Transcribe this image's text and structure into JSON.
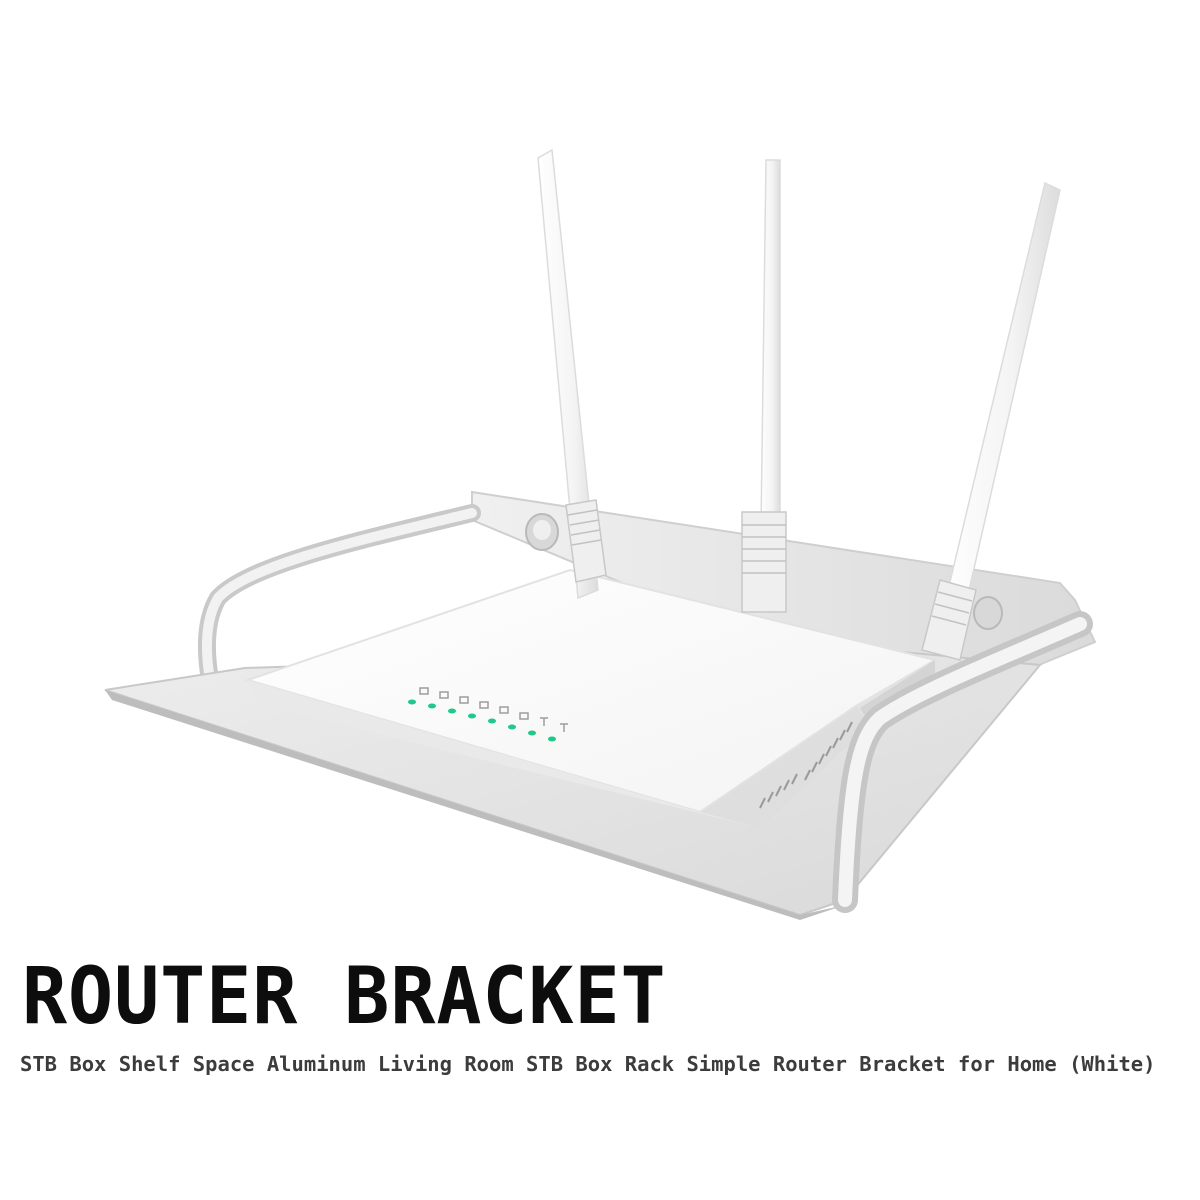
{
  "product": {
    "title": "ROUTER BRACKET",
    "subtitle": "STB Box Shelf Space Aluminum Living Room STB Box Rack Simple Router Bracket for Home (White)"
  },
  "colors": {
    "background": "#ffffff",
    "title": "#0d0d0d",
    "subtitle": "#3c3c3c",
    "status_led": "#1fc98a"
  },
  "icons": [
    "router-bracket-illustration",
    "antenna-icon",
    "status-led-icon"
  ]
}
